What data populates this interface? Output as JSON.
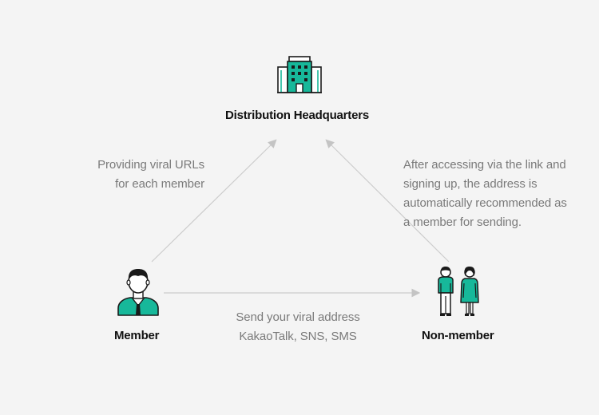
{
  "colors": {
    "background": "#f4f4f4",
    "accent": "#17b89a",
    "outline": "#1a1a1a",
    "arrow": "#c8c8c8",
    "note_text": "#7a7a7a",
    "label_text": "#111111"
  },
  "nodes": {
    "headquarters": {
      "label": "Distribution Headquarters",
      "icon": "building-icon"
    },
    "member": {
      "label": "Member",
      "icon": "person-icon"
    },
    "non_member": {
      "label": "Non-member",
      "icon": "couple-icon"
    }
  },
  "notes": {
    "left": [
      "Providing viral URLs",
      "for each member"
    ],
    "right": [
      "After accessing via the link and",
      "signing up, the address is",
      "automatically recommended as",
      "a member for sending."
    ],
    "bottom": [
      "Send your viral address",
      "KakaoTalk, SNS, SMS"
    ]
  }
}
